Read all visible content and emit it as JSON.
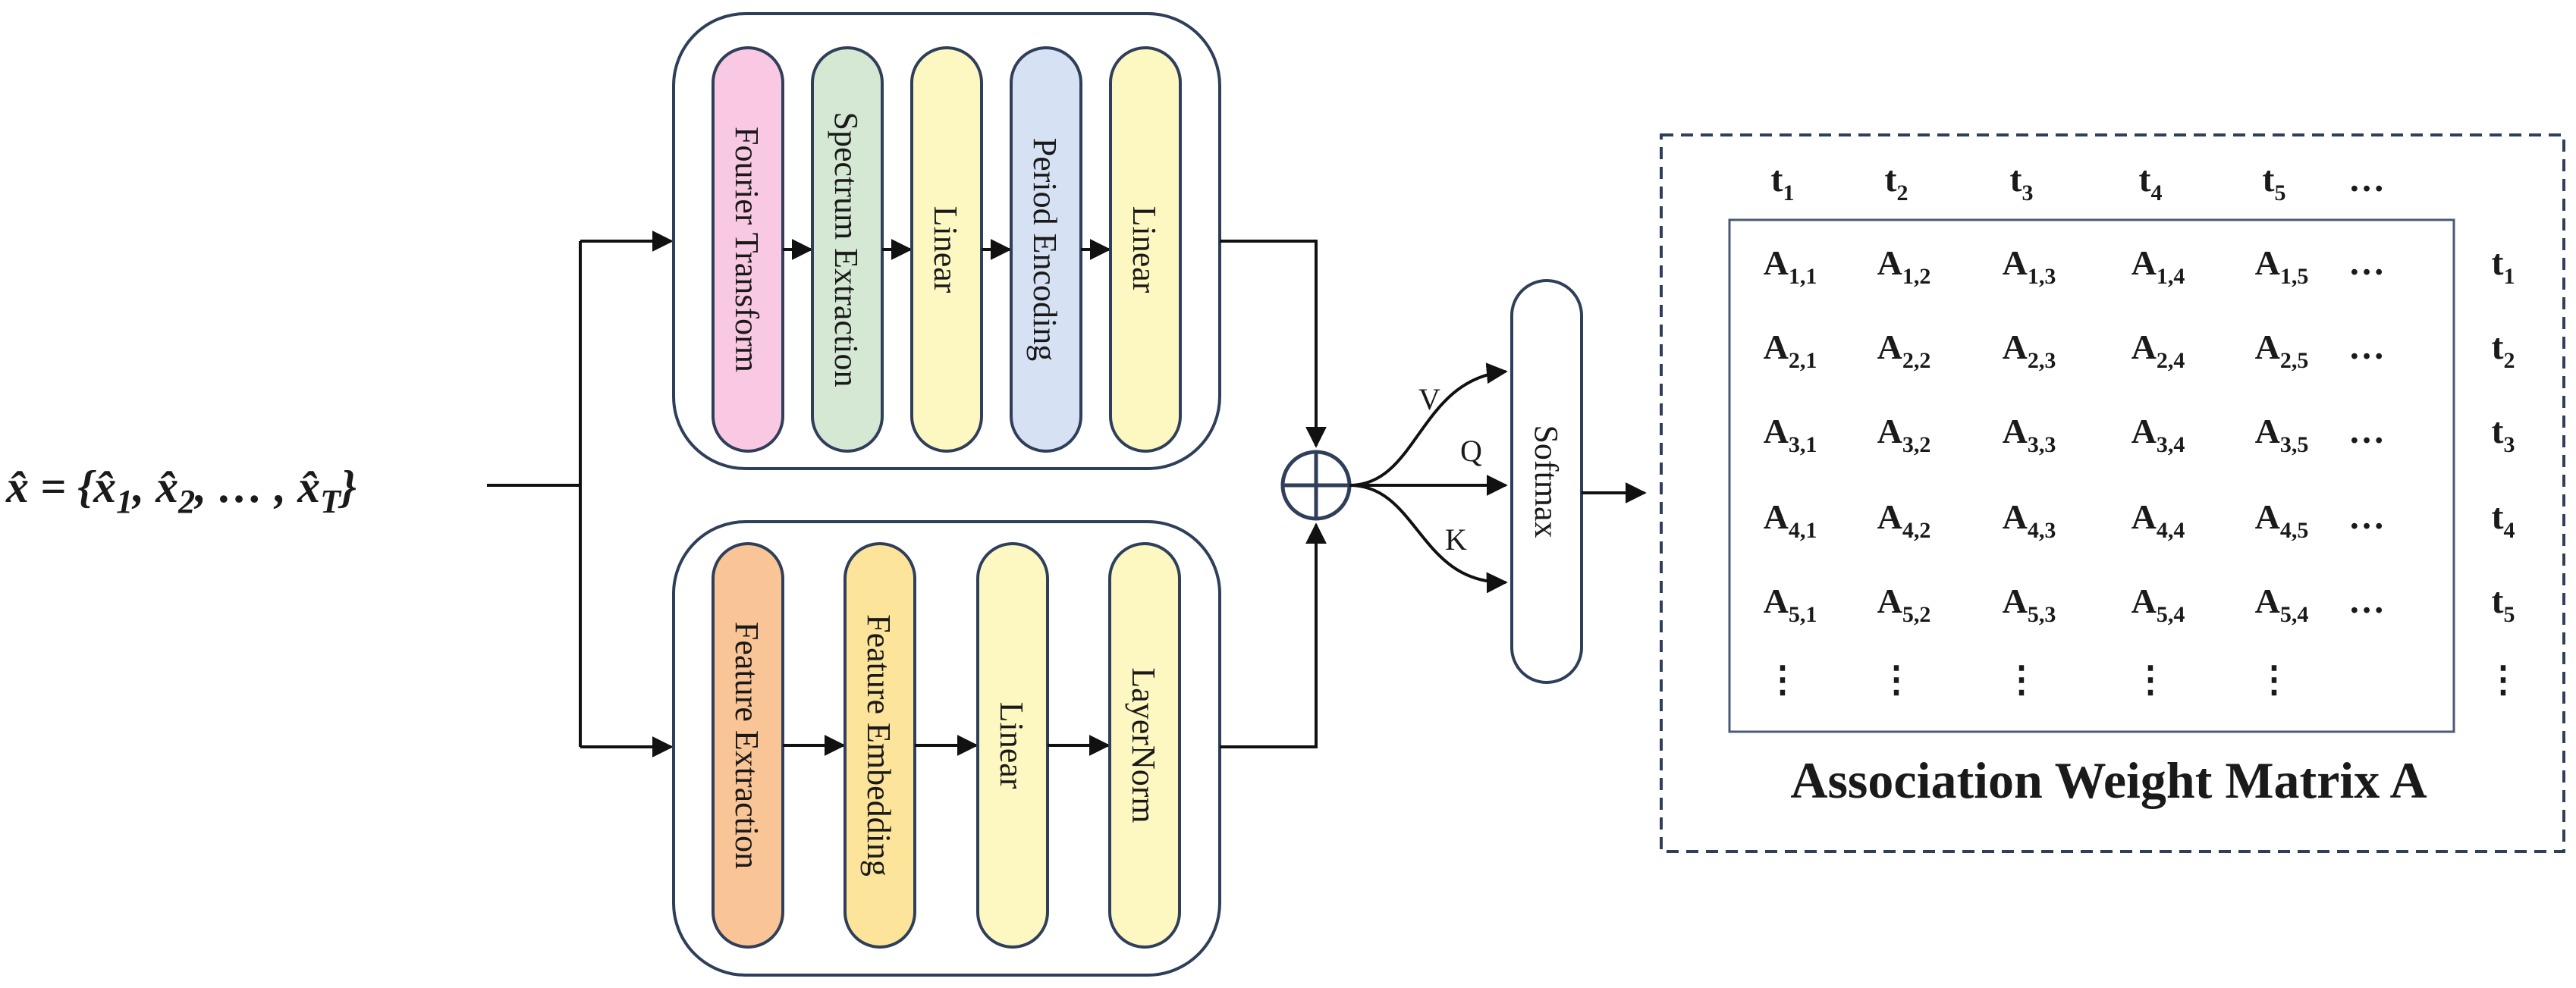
{
  "input": {
    "formula_lhs": "x̂ = {",
    "formula_terms": [
      "x̂",
      "1",
      ", ",
      "x̂",
      "2",
      ", … , ",
      "x̂",
      "T",
      "}"
    ]
  },
  "top_branch": {
    "blocks": [
      {
        "label": "Fourier Transform",
        "color": "#f9c9e3"
      },
      {
        "label": "Spectrum Extraction",
        "color": "#d5e8d4"
      },
      {
        "label": "Linear",
        "color": "#fdf8c2"
      },
      {
        "label": "Period Encoding",
        "color": "#d6e1f4"
      },
      {
        "label": "Linear",
        "color": "#fdf8c2"
      }
    ]
  },
  "bottom_branch": {
    "blocks": [
      {
        "label": "Feature Extraction",
        "color": "#f9c596"
      },
      {
        "label": "Feature Embedding",
        "color": "#fde49b"
      },
      {
        "label": "Linear",
        "color": "#fdf8c2"
      },
      {
        "label": "LayerNorm",
        "color": "#fdf8c2"
      }
    ]
  },
  "attention": {
    "v_label": "V",
    "q_label": "Q",
    "k_label": "K",
    "softmax_label": "Softmax"
  },
  "matrix": {
    "title": "Association Weight Matrix A",
    "col_headers": [
      {
        "base": "t",
        "sub": "1"
      },
      {
        "base": "t",
        "sub": "2"
      },
      {
        "base": "t",
        "sub": "3"
      },
      {
        "base": "t",
        "sub": "4"
      },
      {
        "base": "t",
        "sub": "5"
      },
      {
        "base": "…",
        "sub": ""
      }
    ],
    "row_headers": [
      {
        "base": "t",
        "sub": "1"
      },
      {
        "base": "t",
        "sub": "2"
      },
      {
        "base": "t",
        "sub": "3"
      },
      {
        "base": "t",
        "sub": "4"
      },
      {
        "base": "t",
        "sub": "5"
      },
      {
        "base": "⋮",
        "sub": ""
      }
    ],
    "rows": [
      [
        {
          "base": "A",
          "sub": "1,1"
        },
        {
          "base": "A",
          "sub": "1,2"
        },
        {
          "base": "A",
          "sub": "1,3"
        },
        {
          "base": "A",
          "sub": "1,4"
        },
        {
          "base": "A",
          "sub": "1,5"
        },
        {
          "base": "…",
          "sub": ""
        }
      ],
      [
        {
          "base": "A",
          "sub": "2,1"
        },
        {
          "base": "A",
          "sub": "2,2"
        },
        {
          "base": "A",
          "sub": "2,3"
        },
        {
          "base": "A",
          "sub": "2,4"
        },
        {
          "base": "A",
          "sub": "2,5"
        },
        {
          "base": "…",
          "sub": ""
        }
      ],
      [
        {
          "base": "A",
          "sub": "3,1"
        },
        {
          "base": "A",
          "sub": "3,2"
        },
        {
          "base": "A",
          "sub": "3,3"
        },
        {
          "base": "A",
          "sub": "3,4"
        },
        {
          "base": "A",
          "sub": "3,5"
        },
        {
          "base": "…",
          "sub": ""
        }
      ],
      [
        {
          "base": "A",
          "sub": "4,1"
        },
        {
          "base": "A",
          "sub": "4,2"
        },
        {
          "base": "A",
          "sub": "4,3"
        },
        {
          "base": "A",
          "sub": "4,4"
        },
        {
          "base": "A",
          "sub": "4,5"
        },
        {
          "base": "…",
          "sub": ""
        }
      ],
      [
        {
          "base": "A",
          "sub": "5,1"
        },
        {
          "base": "A",
          "sub": "5,2"
        },
        {
          "base": "A",
          "sub": "5,3"
        },
        {
          "base": "A",
          "sub": "5,4"
        },
        {
          "base": "A",
          "sub": "5,4"
        },
        {
          "base": "…",
          "sub": ""
        }
      ],
      [
        {
          "base": "⋮",
          "sub": ""
        },
        {
          "base": "⋮",
          "sub": ""
        },
        {
          "base": "⋮",
          "sub": ""
        },
        {
          "base": "⋮",
          "sub": ""
        },
        {
          "base": "⋮",
          "sub": ""
        },
        {
          "base": "",
          "sub": ""
        }
      ]
    ]
  }
}
